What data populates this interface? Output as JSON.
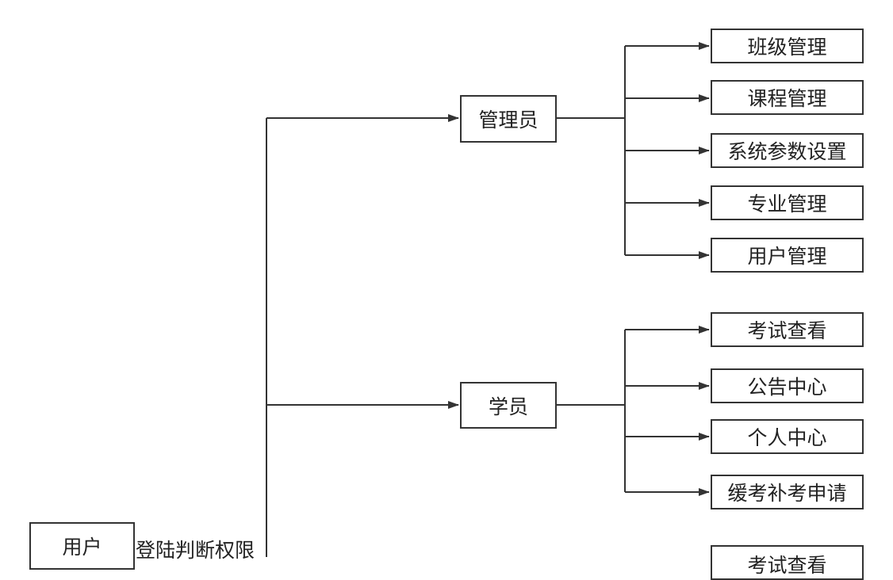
{
  "root": {
    "label": "用户",
    "edge_label": "登陆判断权限"
  },
  "roles": [
    {
      "label": "管理员",
      "children": [
        "班级管理",
        "课程管理",
        "系统参数设置",
        "专业管理",
        "用户管理"
      ]
    },
    {
      "label": "学员",
      "children": [
        "考试查看",
        "公告中心",
        "个人中心",
        "缓考补考申请"
      ]
    }
  ],
  "partial_box": {
    "label": "考试查看"
  }
}
